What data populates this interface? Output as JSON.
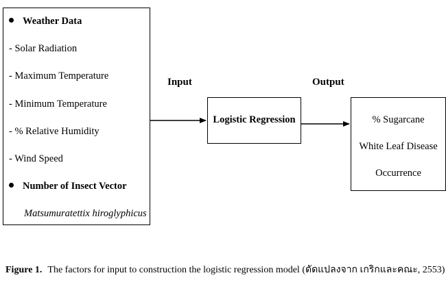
{
  "input_box": {
    "weather_heading": "Weather Data",
    "weather_items": [
      "- Solar Radiation",
      "- Maximum Temperature",
      "- Minimum Temperature",
      "- % Relative Humidity",
      "- Wind Speed"
    ],
    "insect_heading": "Number of Insect Vector",
    "insect_species": "Matsumuratettix hiroglyphicus"
  },
  "labels": {
    "input": "Input",
    "output": "Output"
  },
  "model_box": {
    "label": "Logistic Regression"
  },
  "output_box": {
    "lines": [
      "% Sugarcane",
      "White Leaf Disease",
      "Occurrence"
    ]
  },
  "caption": {
    "label": "Figure 1.",
    "text": "The factors for input to construction the logistic regression model (ดัดแปลงจาก เกริกและคณะ, 2553)"
  }
}
